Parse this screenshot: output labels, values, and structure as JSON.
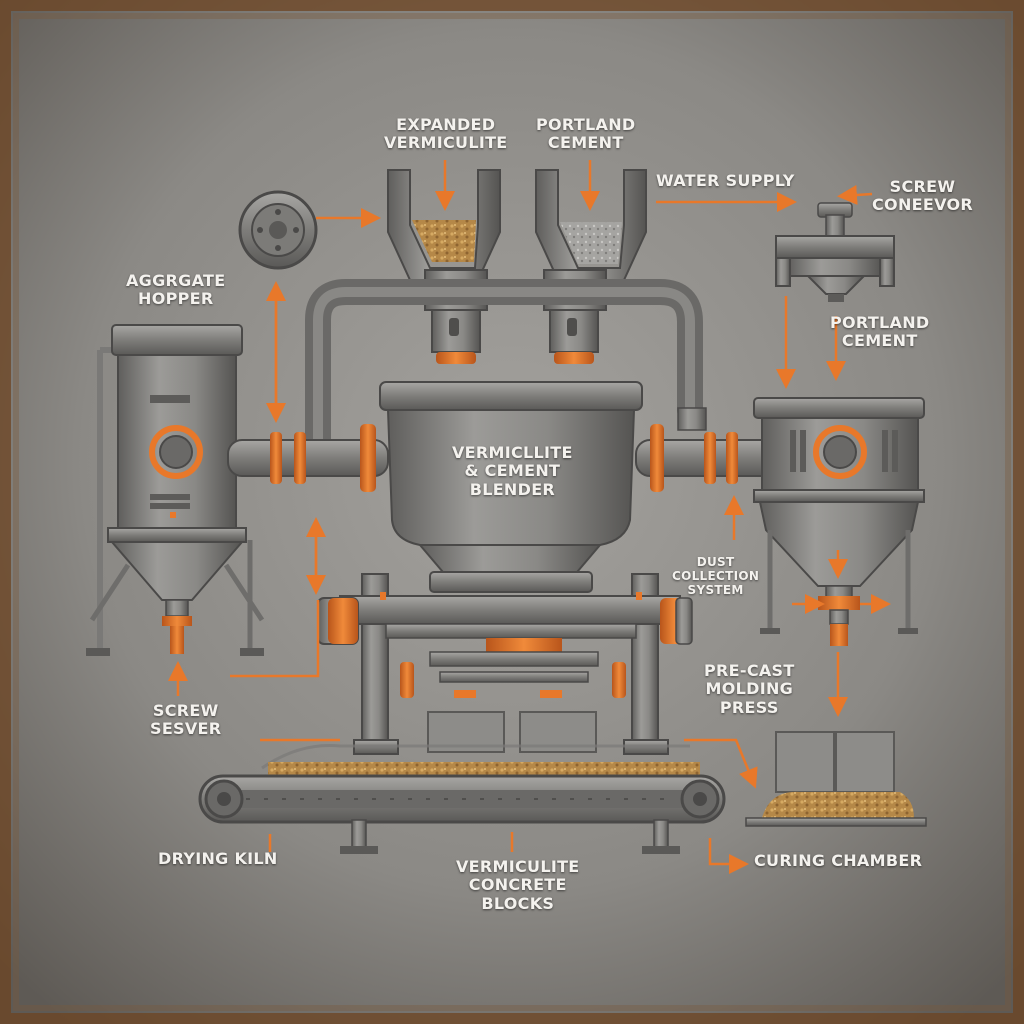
{
  "colors": {
    "accent": "#e8782a",
    "steel": "#8a8987",
    "background": "#8f8d8a",
    "rust": "#7a4a22",
    "aggregate": "#b98c4e"
  },
  "labels": {
    "expanded_vermiculite": [
      "EXPANDED",
      "VERMICULITE"
    ],
    "portland_cement_top": [
      "PORTLAND",
      "CEMENT"
    ],
    "water_supply": "WATER SUPPLY",
    "screw_conveyor": [
      "SCREW",
      "CONEEVOR"
    ],
    "aggregate_hopper": [
      "AGGRGATE",
      "HOPPER"
    ],
    "portland_cement_right": [
      "PORTLAND",
      "CEMENT"
    ],
    "blender": [
      "VERMICLLITE",
      "& CEMENT",
      "BLENDER"
    ],
    "dust_collection": [
      "DUST",
      "COLLECTION",
      "SYSTEM"
    ],
    "pre_cast_press": [
      "PRE-CAST",
      "MOLDING",
      "PRESS"
    ],
    "screw_sesver": [
      "SCREW",
      "SESVER"
    ],
    "drying_kiln": "DRYING KILN",
    "concrete_blocks": [
      "VERMICULITE",
      "CONCRETE",
      "BLOCKS"
    ],
    "curing_chamber": "CURING CHAMBER"
  }
}
